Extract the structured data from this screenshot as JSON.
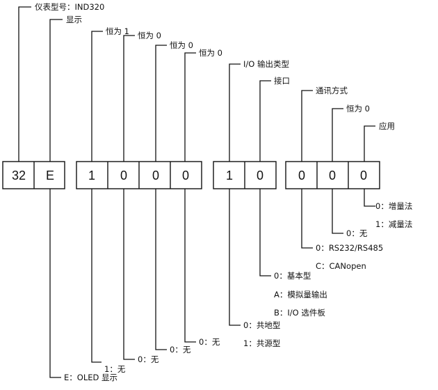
{
  "cells": [
    {
      "id": "model",
      "text": "32"
    },
    {
      "id": "display",
      "text": "E"
    },
    {
      "id": "fixed1",
      "text": "1"
    },
    {
      "id": "fixed0a",
      "text": "0"
    },
    {
      "id": "fixed0b",
      "text": "0"
    },
    {
      "id": "fixed0c",
      "text": "0"
    },
    {
      "id": "io-type",
      "text": "1"
    },
    {
      "id": "interface",
      "text": "0"
    },
    {
      "id": "comm",
      "text": "0"
    },
    {
      "id": "fixed0d",
      "text": "0"
    },
    {
      "id": "application",
      "text": "0"
    }
  ],
  "top_labels": {
    "model": "仪表型号：IND320",
    "display": "显示",
    "fixed1": "恒为 1",
    "fixed0a": "恒为 0",
    "fixed0b": "恒为 0",
    "fixed0c": "恒为 0",
    "io_type": "I/O 输出类型",
    "interface": "接口",
    "comm": "通讯方式",
    "fixed0d": "恒为 0",
    "application": "应用"
  },
  "bottom_labels": {
    "display": "E：OLED 显示",
    "fixed1": "1：无",
    "fixed0a": "0：无",
    "fixed0b": "0：无",
    "fixed0c": "0：无",
    "io_type": [
      "0：共地型",
      "1：共源型"
    ],
    "interface": [
      "0：基本型",
      "A：模拟量输出",
      "B：I/O 选件板"
    ],
    "comm": [
      "0：RS232/RS485",
      "C：CANopen"
    ],
    "fixed0d": "0：无",
    "application": [
      "0：增量法",
      "1：减量法"
    ]
  }
}
